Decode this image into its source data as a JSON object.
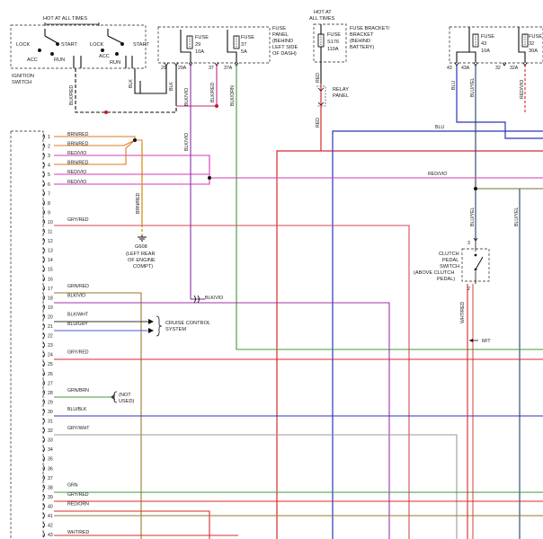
{
  "ignition": {
    "hot": "HOT AT ALL TIMES",
    "lock1": "LOCK",
    "start1": "START",
    "lock2": "LOCK",
    "start2": "START",
    "acc1": "ACC",
    "run1": "RUN",
    "acc2": "ACC",
    "run2": "RUN",
    "name1": "IGNITION",
    "name2": "SWITCH"
  },
  "fuse_panel": {
    "f29_l1": "FUSE",
    "f29_l2": "29",
    "f29_l3": "10A",
    "f37_l1": "FUSE",
    "f37_l2": "37",
    "f37_l3": "5A",
    "l1": "FUSE",
    "l2": "PANEL",
    "l3": "(BEHIND",
    "l4": "LEFT SIDE",
    "l5": "OF DASH)",
    "t29": "29",
    "t29a": "29A",
    "t37": "37",
    "t37a": "37A"
  },
  "fuse_bracket": {
    "hot1": "HOT AT",
    "hot2": "ALL TIMES",
    "f_l1": "FUSE",
    "f_l2": "S176",
    "f_l3": "110A",
    "l1": "FUSE BRACKET/",
    "l2": "BRACKET",
    "l3": "(BEHIND",
    "l4": "BATTERY)",
    "relay1": "RELAY",
    "relay2": "PANEL"
  },
  "right_fuses": {
    "f43_l1": "FUSE",
    "f43_l2": "43",
    "f43_l3": "10A",
    "f32_l1": "FUSE",
    "f32_l2": "32",
    "f32_l3": "30A",
    "t43": "43",
    "t43a": "43A",
    "t32": "32",
    "t32a": "32A"
  },
  "wires": {
    "w_ign1": "BLK/RED",
    "w_ign2": "BLK",
    "w_blk": "BLK",
    "w_blkvio": "BLK/VIO",
    "w_blkred": "BLK/RED",
    "w_blkorn": "BLK/ORN",
    "w_red": "RED",
    "w_red2": "RED",
    "w_blu": "BLU",
    "w_bluyel": "BLU/YEL",
    "w_redvio": "RED/VIO",
    "w_blu_h": "BLU",
    "w_redvio_h": "RED/VIO",
    "w_bluyel2": "BLU/YEL",
    "w_bluyel3": "BLU/YEL",
    "w_brnred": "BRN/RED",
    "w_blkvio_v": "BLK/VIO",
    "w_blkvio_h": "BLK/VIO",
    "w_whtred": "WHT/RED"
  },
  "ground": {
    "g1": "G608",
    "g2": "(LEFT REAR",
    "g3": "OF ENGINE",
    "g4": "COMPT)"
  },
  "clutch": {
    "l1": "CLUTCH",
    "l2": "PEDAL",
    "l3": "SWITCH",
    "l4": "(ABOVE CLUTCH",
    "l5": "PEDAL)",
    "p3": "3",
    "p2": "2",
    "mt": "M/T"
  },
  "cruise": {
    "l1": "CRUISE CONTROL",
    "l2": "SYSTEM"
  },
  "notused": {
    "l1": "(NOT",
    "l2": "USED)"
  },
  "pins": [
    {
      "n": "1",
      "label": "BRN/RED"
    },
    {
      "n": "2",
      "label": "BRN/RED"
    },
    {
      "n": "3",
      "label": "RED/VIO"
    },
    {
      "n": "4",
      "label": "BRN/RED"
    },
    {
      "n": "5",
      "label": "RED/VIO"
    },
    {
      "n": "6",
      "label": "RED/VIO"
    },
    {
      "n": "7",
      "label": ""
    },
    {
      "n": "8",
      "label": ""
    },
    {
      "n": "9",
      "label": ""
    },
    {
      "n": "10",
      "label": "GRY/RED"
    },
    {
      "n": "11",
      "label": ""
    },
    {
      "n": "12",
      "label": ""
    },
    {
      "n": "13",
      "label": ""
    },
    {
      "n": "14",
      "label": ""
    },
    {
      "n": "15",
      "label": ""
    },
    {
      "n": "16",
      "label": ""
    },
    {
      "n": "17",
      "label": "GRN/RED"
    },
    {
      "n": "18",
      "label": "BLK/VIO"
    },
    {
      "n": "19",
      "label": ""
    },
    {
      "n": "20",
      "label": "BLK/WHT"
    },
    {
      "n": "21",
      "label": "BLU/GRY"
    },
    {
      "n": "22",
      "label": ""
    },
    {
      "n": "23",
      "label": ""
    },
    {
      "n": "24",
      "label": "GRY/RED"
    },
    {
      "n": "25",
      "label": ""
    },
    {
      "n": "26",
      "label": ""
    },
    {
      "n": "27",
      "label": ""
    },
    {
      "n": "28",
      "label": "GRN/BRN"
    },
    {
      "n": "29",
      "label": ""
    },
    {
      "n": "30",
      "label": "BLU/BLK"
    },
    {
      "n": "31",
      "label": ""
    },
    {
      "n": "32",
      "label": "GRY/WHT"
    },
    {
      "n": "33",
      "label": ""
    },
    {
      "n": "34",
      "label": ""
    },
    {
      "n": "35",
      "label": ""
    },
    {
      "n": "36",
      "label": ""
    },
    {
      "n": "37",
      "label": ""
    },
    {
      "n": "38",
      "label": "GRN"
    },
    {
      "n": "39",
      "label": "GRY/RED"
    },
    {
      "n": "40",
      "label": "RED/ORN"
    },
    {
      "n": "41",
      "label": ""
    },
    {
      "n": "42",
      "label": ""
    },
    {
      "n": "43",
      "label": "WHT/RED"
    }
  ]
}
